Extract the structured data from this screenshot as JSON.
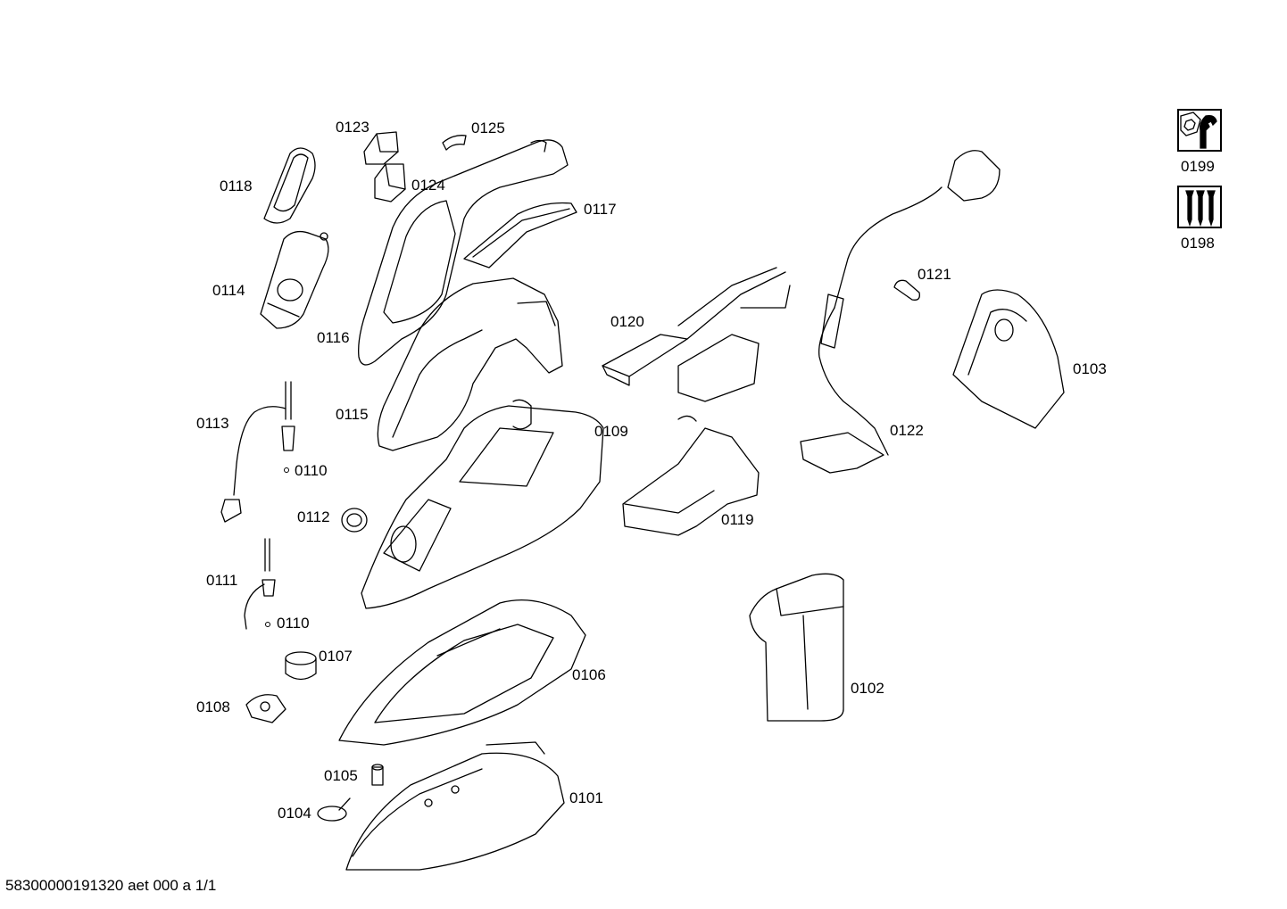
{
  "document_id": "58300000191320 aet 000 a 1/1",
  "parts": [
    {
      "key": "p0123",
      "label": "0123"
    },
    {
      "key": "p0125",
      "label": "0125"
    },
    {
      "key": "p0118",
      "label": "0118"
    },
    {
      "key": "p0124",
      "label": "0124"
    },
    {
      "key": "p0117",
      "label": "0117"
    },
    {
      "key": "p0114",
      "label": "0114"
    },
    {
      "key": "p0116",
      "label": "0116"
    },
    {
      "key": "p0115",
      "label": "0115"
    },
    {
      "key": "p0120",
      "label": "0120"
    },
    {
      "key": "p0121",
      "label": "0121"
    },
    {
      "key": "p0103",
      "label": "0103"
    },
    {
      "key": "p0113",
      "label": "0113"
    },
    {
      "key": "p0110a",
      "label": "0110"
    },
    {
      "key": "p0109",
      "label": "0109"
    },
    {
      "key": "p0122",
      "label": "0122"
    },
    {
      "key": "p0112",
      "label": "0112"
    },
    {
      "key": "p0119",
      "label": "0119"
    },
    {
      "key": "p0111",
      "label": "0111"
    },
    {
      "key": "p0110b",
      "label": "0110"
    },
    {
      "key": "p0107",
      "label": "0107"
    },
    {
      "key": "p0106",
      "label": "0106"
    },
    {
      "key": "p0102",
      "label": "0102"
    },
    {
      "key": "p0108",
      "label": "0108"
    },
    {
      "key": "p0105",
      "label": "0105"
    },
    {
      "key": "p0101",
      "label": "0101"
    },
    {
      "key": "p0104",
      "label": "0104"
    }
  ],
  "tools": [
    {
      "key": "t0199",
      "label": "0199",
      "icon": "wrench-icon"
    },
    {
      "key": "t0198",
      "label": "0198",
      "icon": "screws-icon"
    }
  ]
}
